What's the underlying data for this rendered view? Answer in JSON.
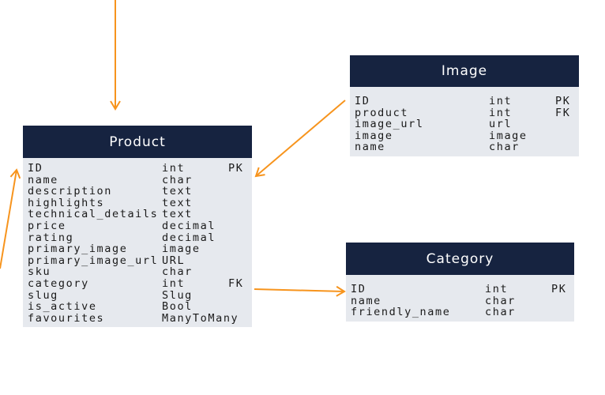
{
  "colors": {
    "header_bg": "#162340",
    "body_bg": "#e6e9ee",
    "arrow": "#f7941d"
  },
  "tables": {
    "product": {
      "title": "Product",
      "rows": [
        {
          "name": "ID",
          "type": "int",
          "key": "PK"
        },
        {
          "name": "name",
          "type": "char",
          "key": ""
        },
        {
          "name": "description",
          "type": "text",
          "key": ""
        },
        {
          "name": "highlights",
          "type": "text",
          "key": ""
        },
        {
          "name": "technical_details",
          "type": "text",
          "key": ""
        },
        {
          "name": "price",
          "type": "decimal",
          "key": ""
        },
        {
          "name": "rating",
          "type": "decimal",
          "key": ""
        },
        {
          "name": "primary_image",
          "type": "image",
          "key": ""
        },
        {
          "name": "primary_image_url",
          "type": "URL",
          "key": ""
        },
        {
          "name": "sku",
          "type": "char",
          "key": ""
        },
        {
          "name": "category",
          "type": "int",
          "key": "FK"
        },
        {
          "name": "slug",
          "type": "Slug",
          "key": ""
        },
        {
          "name": "is_active",
          "type": "Bool",
          "key": ""
        },
        {
          "name": "favourites",
          "type": "ManyToMany",
          "key": ""
        }
      ]
    },
    "image": {
      "title": "Image",
      "rows": [
        {
          "name": "ID",
          "type": "int",
          "key": "PK"
        },
        {
          "name": "product",
          "type": "int",
          "key": "FK"
        },
        {
          "name": "image_url",
          "type": "url",
          "key": ""
        },
        {
          "name": "image",
          "type": "image",
          "key": ""
        },
        {
          "name": "name",
          "type": "char",
          "key": ""
        }
      ]
    },
    "category": {
      "title": "Category",
      "rows": [
        {
          "name": "ID",
          "type": "int",
          "key": "PK"
        },
        {
          "name": "name",
          "type": "char",
          "key": ""
        },
        {
          "name": "friendly_name",
          "type": "char",
          "key": ""
        }
      ]
    }
  }
}
